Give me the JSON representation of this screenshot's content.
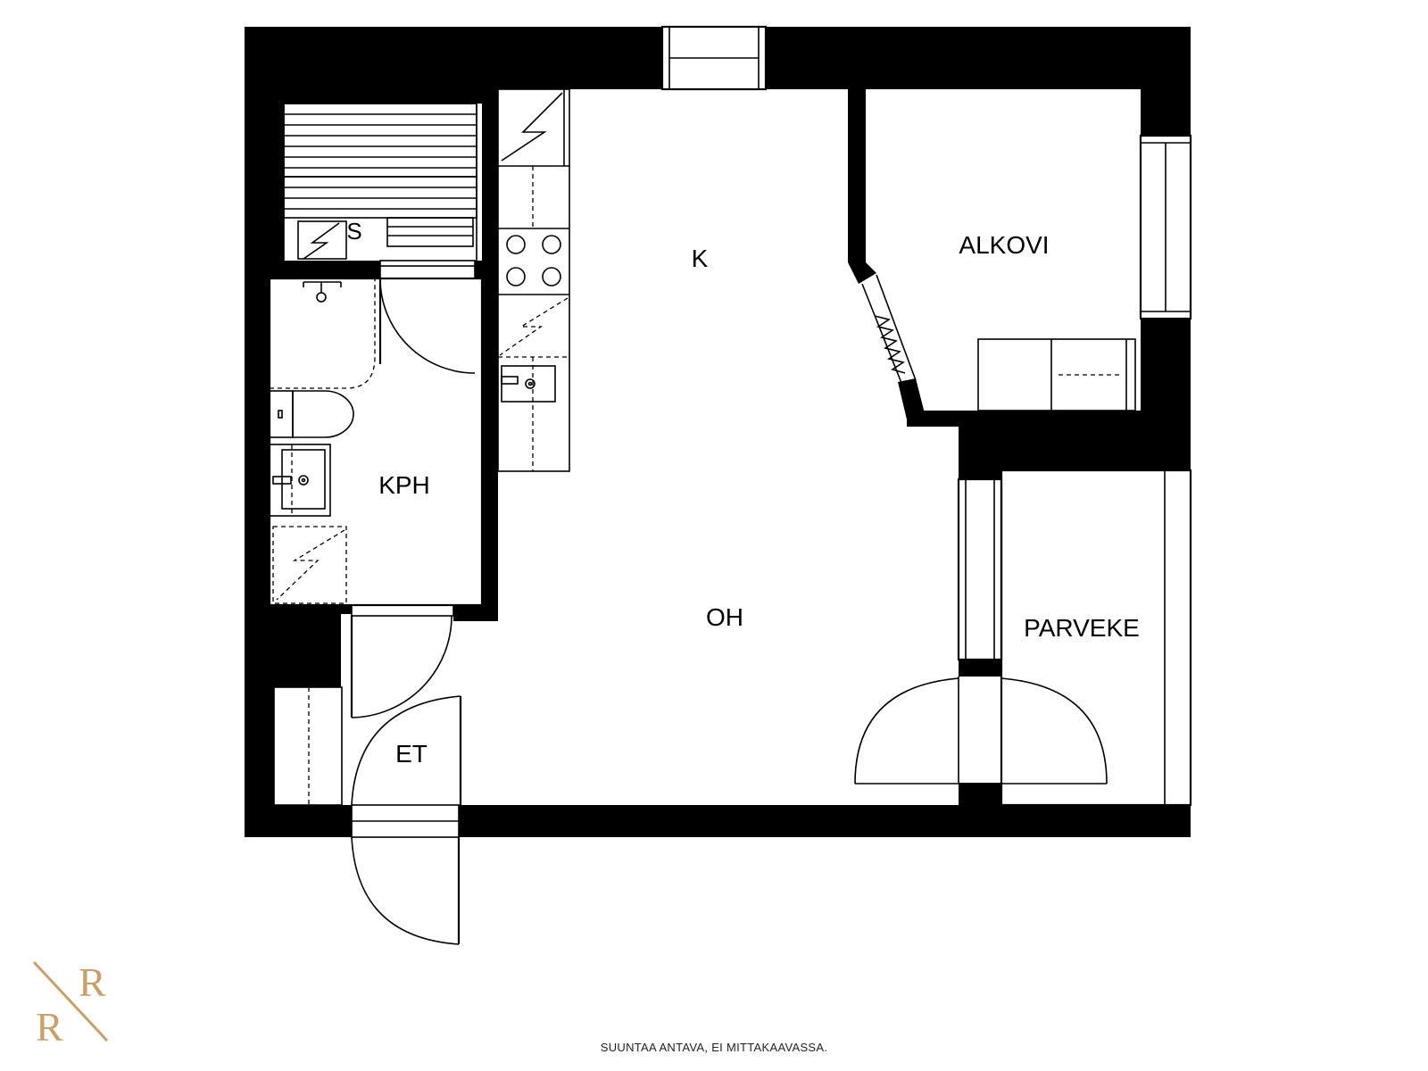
{
  "rooms": {
    "kitchen": "K",
    "alcove": "ALKOVI",
    "bathroom": "KPH",
    "living_room": "OH",
    "balcony": "PARVEKE",
    "entry": "ET",
    "sauna": "S"
  },
  "logo": {
    "letters": "RR",
    "color": "#c9a06a"
  },
  "footer_note": "SUUNTAA ANTAVA, EI MITTAKAAVASSA."
}
